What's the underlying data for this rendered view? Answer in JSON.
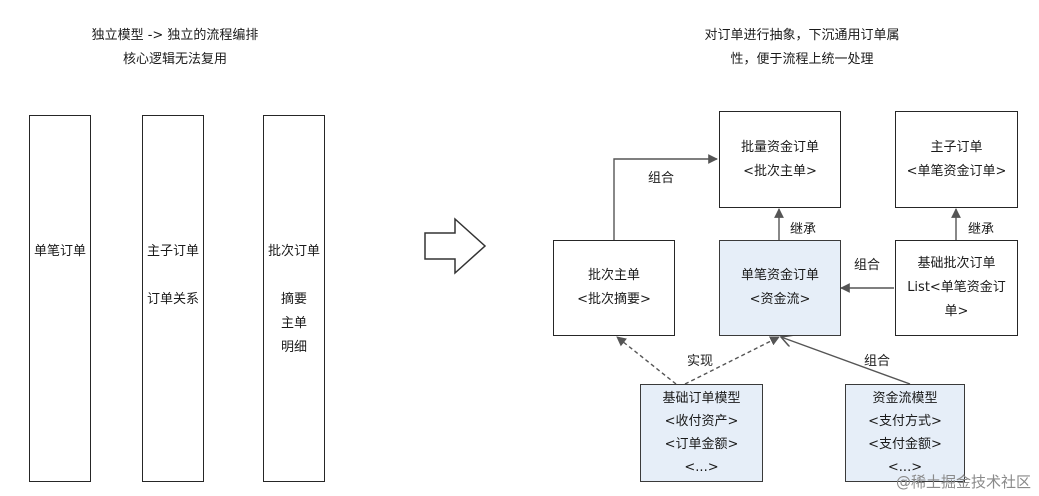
{
  "left": {
    "caption": [
      "独立模型 -> 独立的流程编排",
      "核心逻辑无法复用"
    ],
    "cols": [
      {
        "lines": [
          "单笔订单"
        ]
      },
      {
        "lines": [
          "主子订单",
          "",
          "订单关系"
        ]
      },
      {
        "lines": [
          "批次订单",
          "",
          "摘要",
          "主单",
          "明细"
        ]
      }
    ]
  },
  "right": {
    "caption": [
      "对订单进行抽象，下沉通用订单属",
      "性，便于流程上统一处理"
    ],
    "batch_fund_order": [
      "批量资金订单",
      "<批次主单>"
    ],
    "master_sub_order": [
      "主子订单",
      "<单笔资金订单>"
    ],
    "batch_master": [
      "批次主单",
      "<批次摘要>"
    ],
    "single_fund_order": [
      "单笔资金订单",
      "<资金流>"
    ],
    "base_batch_order": [
      "基础批次订单",
      "List<单笔资金订",
      "单>"
    ],
    "base_order_model": [
      "基础订单模型",
      "<收付资产>",
      "<订单金额>",
      "<...>"
    ],
    "fund_flow_model": [
      "资金流模型",
      "<支付方式>",
      "<支付金额>",
      "<...>"
    ],
    "labels": {
      "combine1": "组合",
      "inherit1": "继承",
      "inherit2": "继承",
      "combine2": "组合",
      "implement": "实现",
      "combine3": "组合"
    }
  },
  "watermark": "@稀土掘金技术社区"
}
